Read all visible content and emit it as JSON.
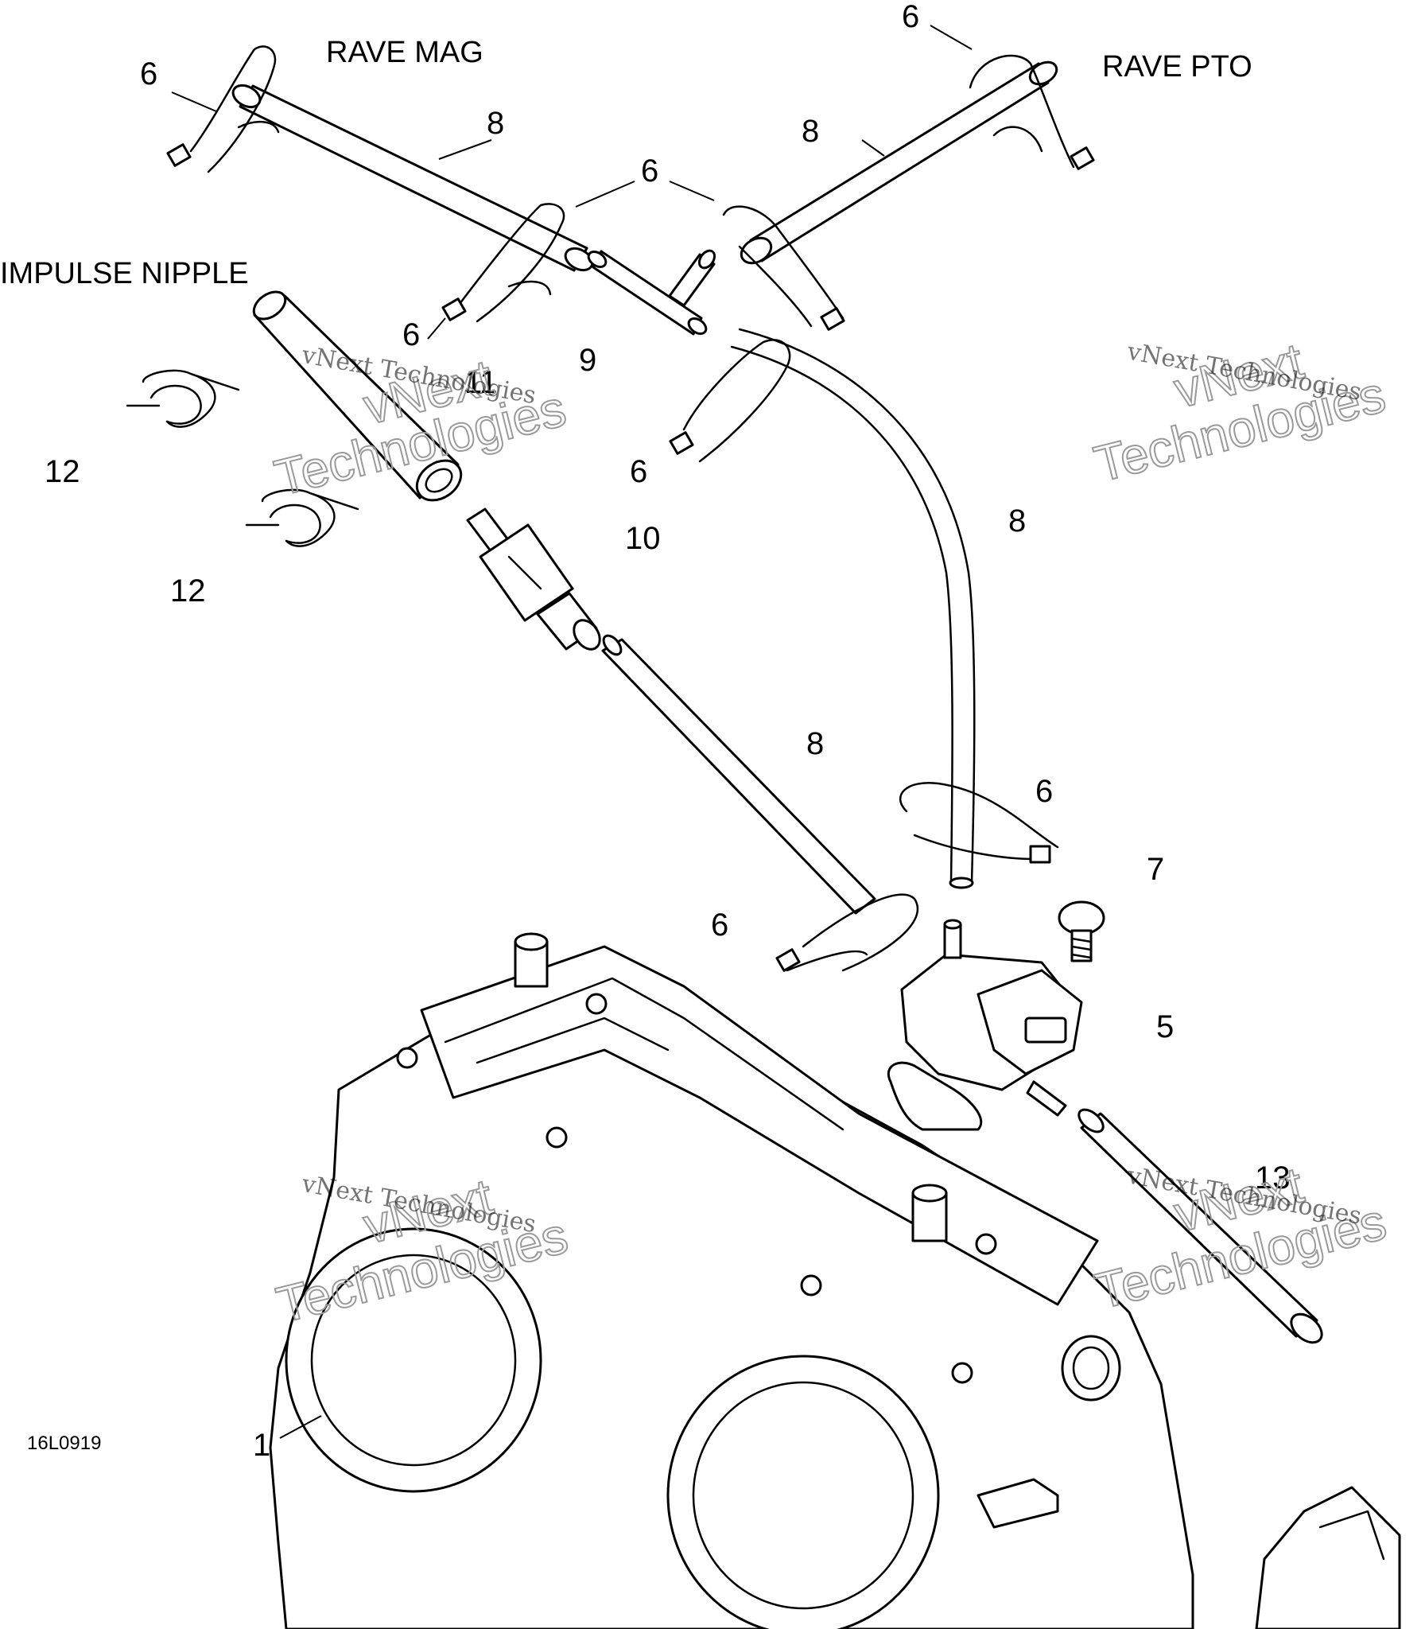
{
  "labels": {
    "rave_mag": "RAVE MAG",
    "rave_pto": "RAVE PTO",
    "impulse_nipple": "IMPULSE NIPPLE",
    "diagram_ref": "16L0919"
  },
  "callouts": {
    "tie_rap": "6",
    "hose": "8",
    "tee": "9",
    "check_valve": "10",
    "impulse_hose": "11",
    "clamp": "12",
    "screw": "7",
    "solenoid": "5",
    "hose_13": "13",
    "throttle_body": "1"
  },
  "watermark": {
    "company": "vNext Technologies",
    "word1": "vNext",
    "word2": "Technologies"
  }
}
